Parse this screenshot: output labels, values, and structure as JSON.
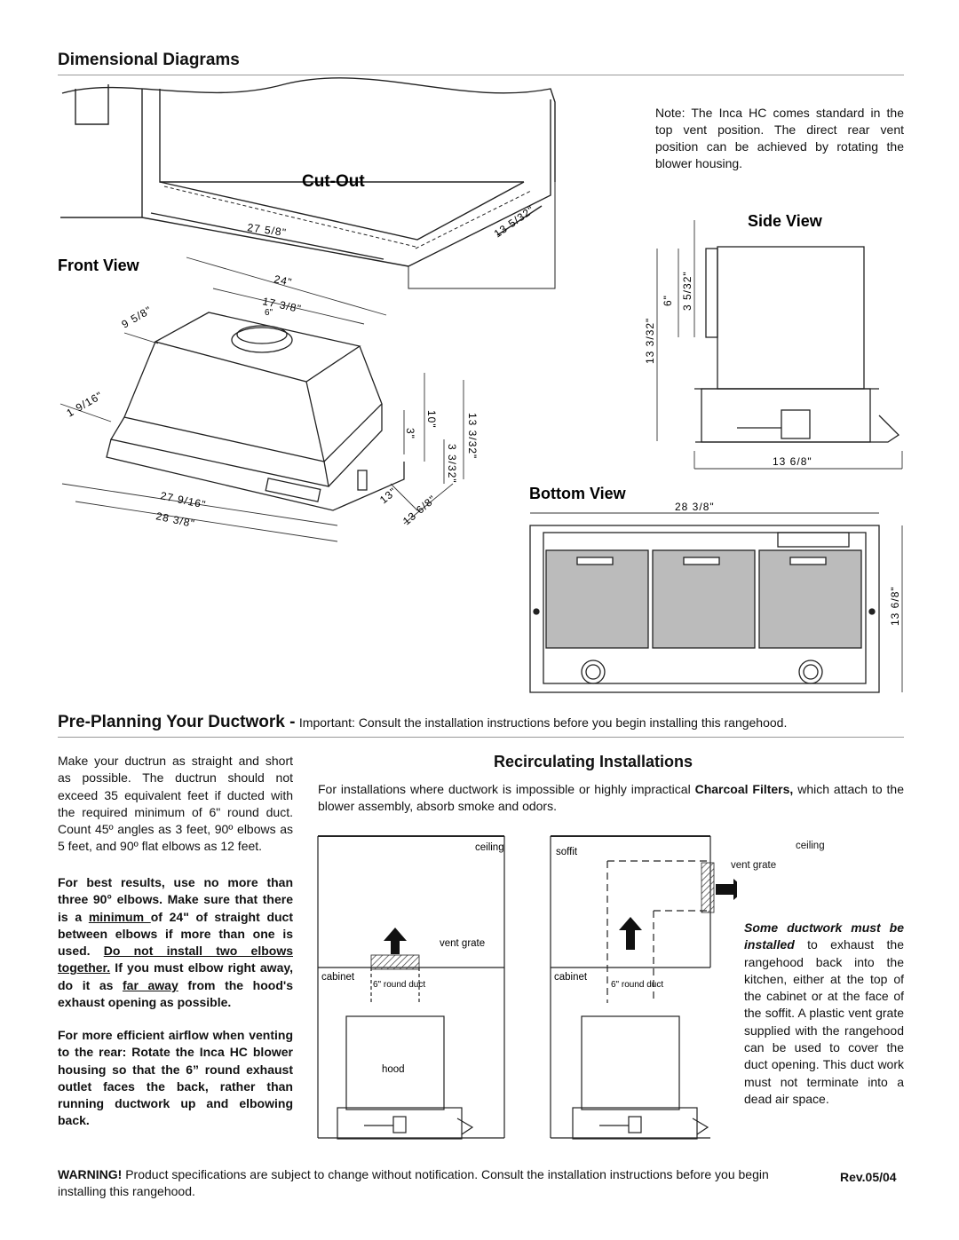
{
  "header": {
    "title": "Dimensional Diagrams"
  },
  "diagrams": {
    "cutout_label": "Cut-Out",
    "front_label": "Front View",
    "side_label": "Side View",
    "bottom_label": "Bottom View",
    "note": "Note: The Inca HC comes standard in the top vent position. The direct rear vent position can be achieved by rotating the blower housing.",
    "cutout_dims": {
      "width": "27 5/8\"",
      "depth": "13 5/32\""
    },
    "front_dims": {
      "top_width": "24\"",
      "inner_width": "17 3/8\"",
      "duct": "6\"",
      "side_depth": "9 5/8\"",
      "lip": "1 9/16\"",
      "bottom_w1": "27 9/16\"",
      "bottom_w2": "28 3/8\"",
      "height_a": "10\"",
      "height_b": "3\"",
      "height_c": "13 3/32\"",
      "height_d": "3 3/32\"",
      "depth_a": "13\"",
      "depth_b": "13 6/8\""
    },
    "side_dims": {
      "top": "3 5/32\"",
      "mid": "6\"",
      "total": "13 3/32\"",
      "depth": "13 6/8\""
    },
    "bottom_dims": {
      "width": "28 3/8\"",
      "depth": "13 6/8\""
    }
  },
  "preplanning": {
    "title": "Pre-Planning Your Ductwork -",
    "subtitle": "Important: Consult the installation instructions before you begin installing this rangehood.",
    "para1": "Make your ductrun as straight and short as possible. The ductrun should not exceed 35 equivalent feet if ducted with the required minimum of 6\" round duct. Count 45º angles as 3 feet, 90º elbows as 5 feet, and 90º flat elbows as 12 feet.",
    "para2_a": "For best results, use no more than three 90° elbows. Make sure that there is a ",
    "para2_b": "minimum ",
    "para2_c": "of 24\" of straight duct between elbows if more than one is used. ",
    "para2_d": "Do not install two elbows together.",
    "para2_e": " If you must elbow right away, do it as ",
    "para2_f": "far away",
    "para2_g": " from the hood's exhaust opening as possible.",
    "para3": "For more efficient airflow when venting to the rear: Rotate the Inca HC blower housing so that the 6” round exhaust outlet faces the back, rather than running ductwork up and elbowing back."
  },
  "recirc": {
    "title": "Recirculating Installations",
    "intro_a": "For installations where ductwork is impossible or highly impractical ",
    "intro_b": "Charcoal Filters,",
    "intro_c": " which attach to the blower assembly, absorb smoke and odors.",
    "left_diagram": {
      "ceiling": "ceiling",
      "vent_grate": "vent grate",
      "cabinet": "cabinet",
      "duct": "6\" round duct",
      "hood": "hood"
    },
    "right_diagram": {
      "soffit": "soffit",
      "ceiling": "ceiling",
      "vent_grate": "vent grate",
      "cabinet": "cabinet",
      "duct": "6\" round duct"
    },
    "side_note_em": "Some ductwork must be installed",
    "side_note_rest": " to exhaust the rangehood back into the kitchen, either at the top of the cabinet or at the face of the soffit. A plastic vent grate supplied with the rangehood can be used to cover the duct opening. This duct work must not terminate into a dead air space."
  },
  "footer": {
    "warning_label": "WARNING!",
    "warning_text": " Product specifications are subject to change without notification. Consult the installation instructions before you begin installing this rangehood.",
    "rev": "Rev.05/04"
  }
}
